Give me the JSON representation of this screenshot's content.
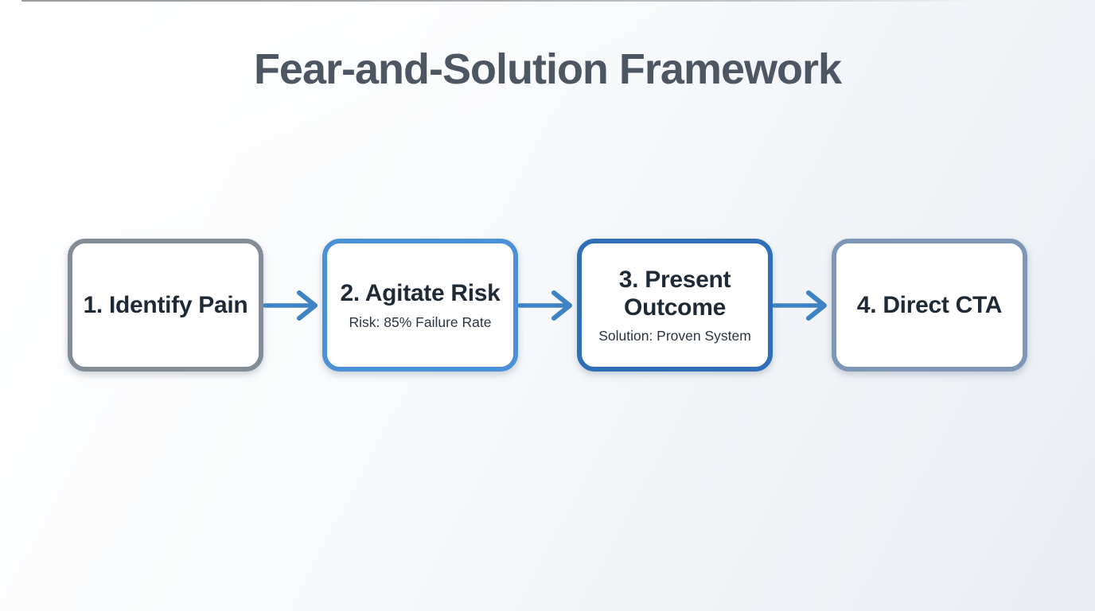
{
  "page": {
    "title": "Fear-and-Solution Framework"
  },
  "flow": {
    "steps": [
      {
        "label": "1. Identify Pain"
      },
      {
        "label": "2. Agitate Risk",
        "sublabel": "Risk: 85% Failure Rate"
      },
      {
        "label": "3. Present Outcome",
        "sublabel": "Solution: Proven System"
      },
      {
        "label": "4. Direct CTA"
      }
    ],
    "arrow_count": 3
  },
  "colors": {
    "title_text": "#4d5763",
    "step_label_text": "#1f2a37",
    "step_sublabel_text": "#2b3440",
    "step_background": "#ffffff",
    "step1_border": "#838d97",
    "step2_border": "#4a91d8",
    "step3_border": "#2e6fb7",
    "step4_border": "#7e97b6",
    "arrow": "#3d83c6",
    "background_top_left": "#ffffff",
    "background_bottom_right": "#e9edf2"
  }
}
